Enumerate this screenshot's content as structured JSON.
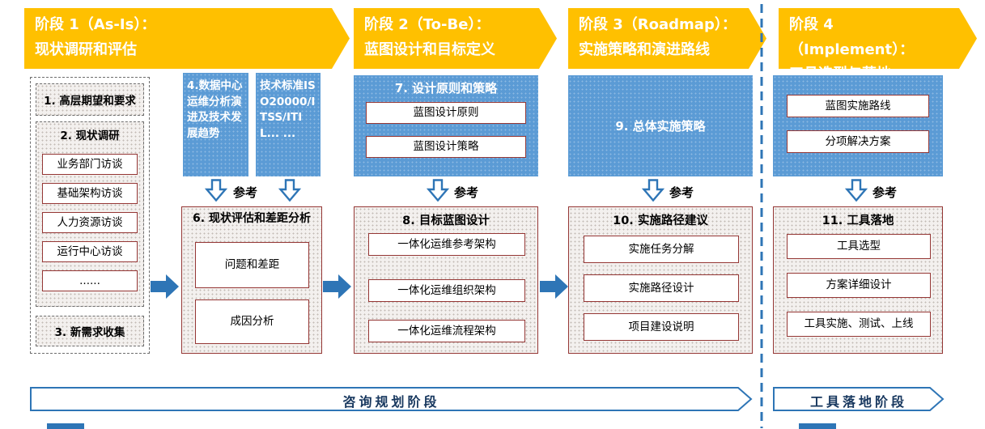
{
  "banners": [
    {
      "line1": "阶段 1（As-Is）：",
      "line2": "现状调研和评估"
    },
    {
      "line1": "阶段 2（To-Be）：",
      "line2": "蓝图设计和目标定义"
    },
    {
      "line1": "阶段 3（Roadmap）：",
      "line2": "实施策略和演进路线"
    },
    {
      "line1": "阶段 4（Implement）：",
      "line2": "工具选型与落地"
    }
  ],
  "ref_label": "参考",
  "asis": {
    "expectations": "1. 高层期望和要求",
    "survey_title": "2. 现状调研",
    "survey_items": [
      "业务部门访谈",
      "基础架构访谈",
      "人力资源访谈",
      "运行中心访谈",
      "......"
    ],
    "new_requirements": "3. 新需求收集",
    "datacenter_trends": "4.数据中心运维分析演进及技术发展趋势",
    "tech_standards": "技术标准ISO20000/ITSS/ITIL... ...",
    "assessment_title": "6. 现状评估和差距分析",
    "assessment_items": [
      "问题和差距",
      "成因分析"
    ]
  },
  "tobe": {
    "principles_title": "7. 设计原则和策略",
    "principles_items": [
      "蓝图设计原则",
      "蓝图设计策略"
    ],
    "blueprint_title": "8. 目标蓝图设计",
    "blueprint_items": [
      "一体化运维参考架构",
      "一体化运维组织架构",
      "一体化运维流程架构"
    ]
  },
  "roadmap": {
    "strategy": "9. 总体实施策略",
    "path_title": "10. 实施路径建议",
    "path_items": [
      "实施任务分解",
      "实施路径设计",
      "项目建设说明"
    ]
  },
  "implement": {
    "plan_items": [
      "蓝图实施路线",
      "分项解决方案"
    ],
    "landing_title": "11. 工具落地",
    "landing_items": [
      "工具选型",
      "方案详细设计",
      "工具实施、测试、上线"
    ]
  },
  "footer": {
    "consulting": "咨询规划阶段",
    "tooling": "工具落地阶段"
  },
  "colors": {
    "phase_banner_orange": "#FFC000",
    "panel_blue": "#5B9BD5",
    "arrow_blue": "#2E75B6",
    "box_border_red": "#953735"
  }
}
